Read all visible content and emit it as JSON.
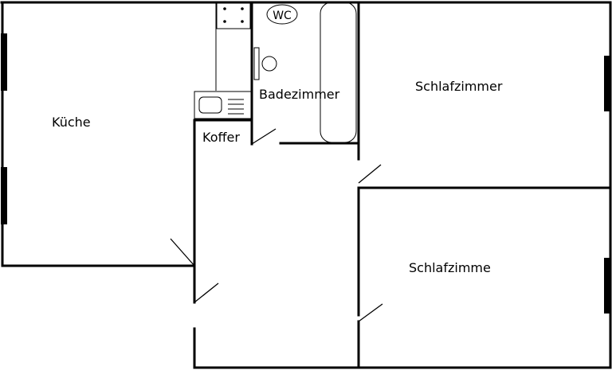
{
  "rooms": {
    "kitchen": "Küche",
    "bathroom": "Badezimmer",
    "storage": "Koffer",
    "bedroom_1": "Schlafzimmer",
    "bedroom_2": "Schlafzimme"
  },
  "fixtures": {
    "wc": "WC"
  }
}
